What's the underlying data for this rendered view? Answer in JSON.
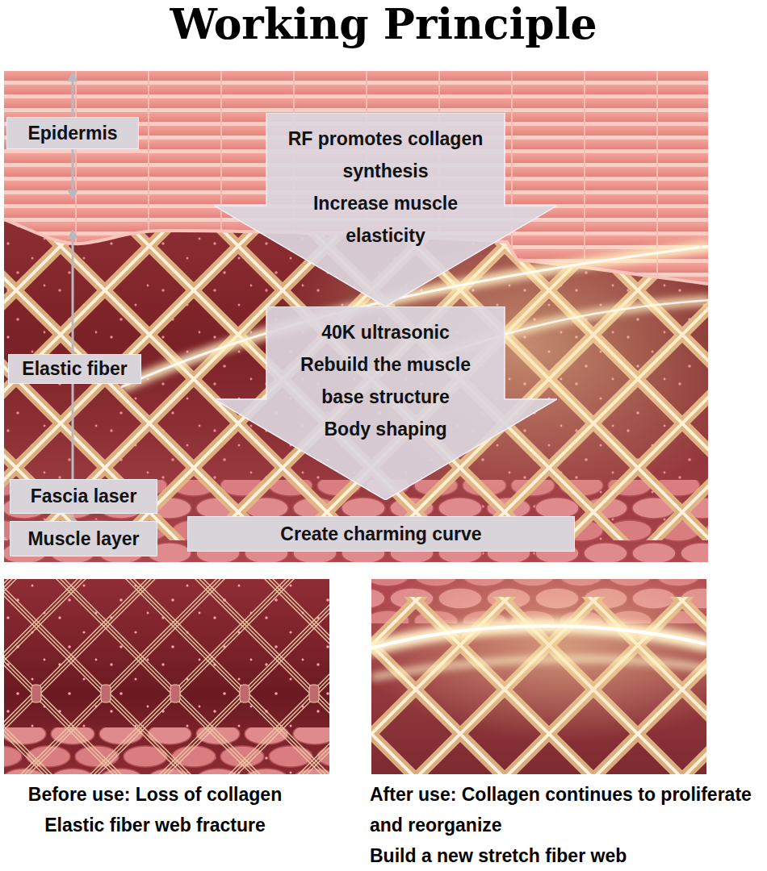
{
  "diagram": {
    "title": "Working Principle",
    "nodes": [
      {
        "text": [
          "Epidermis"
        ]
      },
      {
        "text": [
          "RF promotes collagen synthesis",
          "Increase muscle elasticity"
        ]
      },
      {
        "text": [
          "40K ultrasonic",
          "Rebuild the muscle base structure",
          "Body shaping"
        ]
      },
      {
        "text": [
          "Elastic fiber"
        ]
      },
      {
        "text": [
          "Fascia laser"
        ]
      },
      {
        "text": [
          "Muscle layer"
        ]
      },
      {
        "text": [
          "Create charming curve"
        ]
      }
    ],
    "labels": [
      "Before use: Loss of collagen",
      "Elastic fiber web fracture",
      "After use: Collagen continues to proliferate and reorganize",
      "Build a new stretch fiber web"
    ]
  }
}
